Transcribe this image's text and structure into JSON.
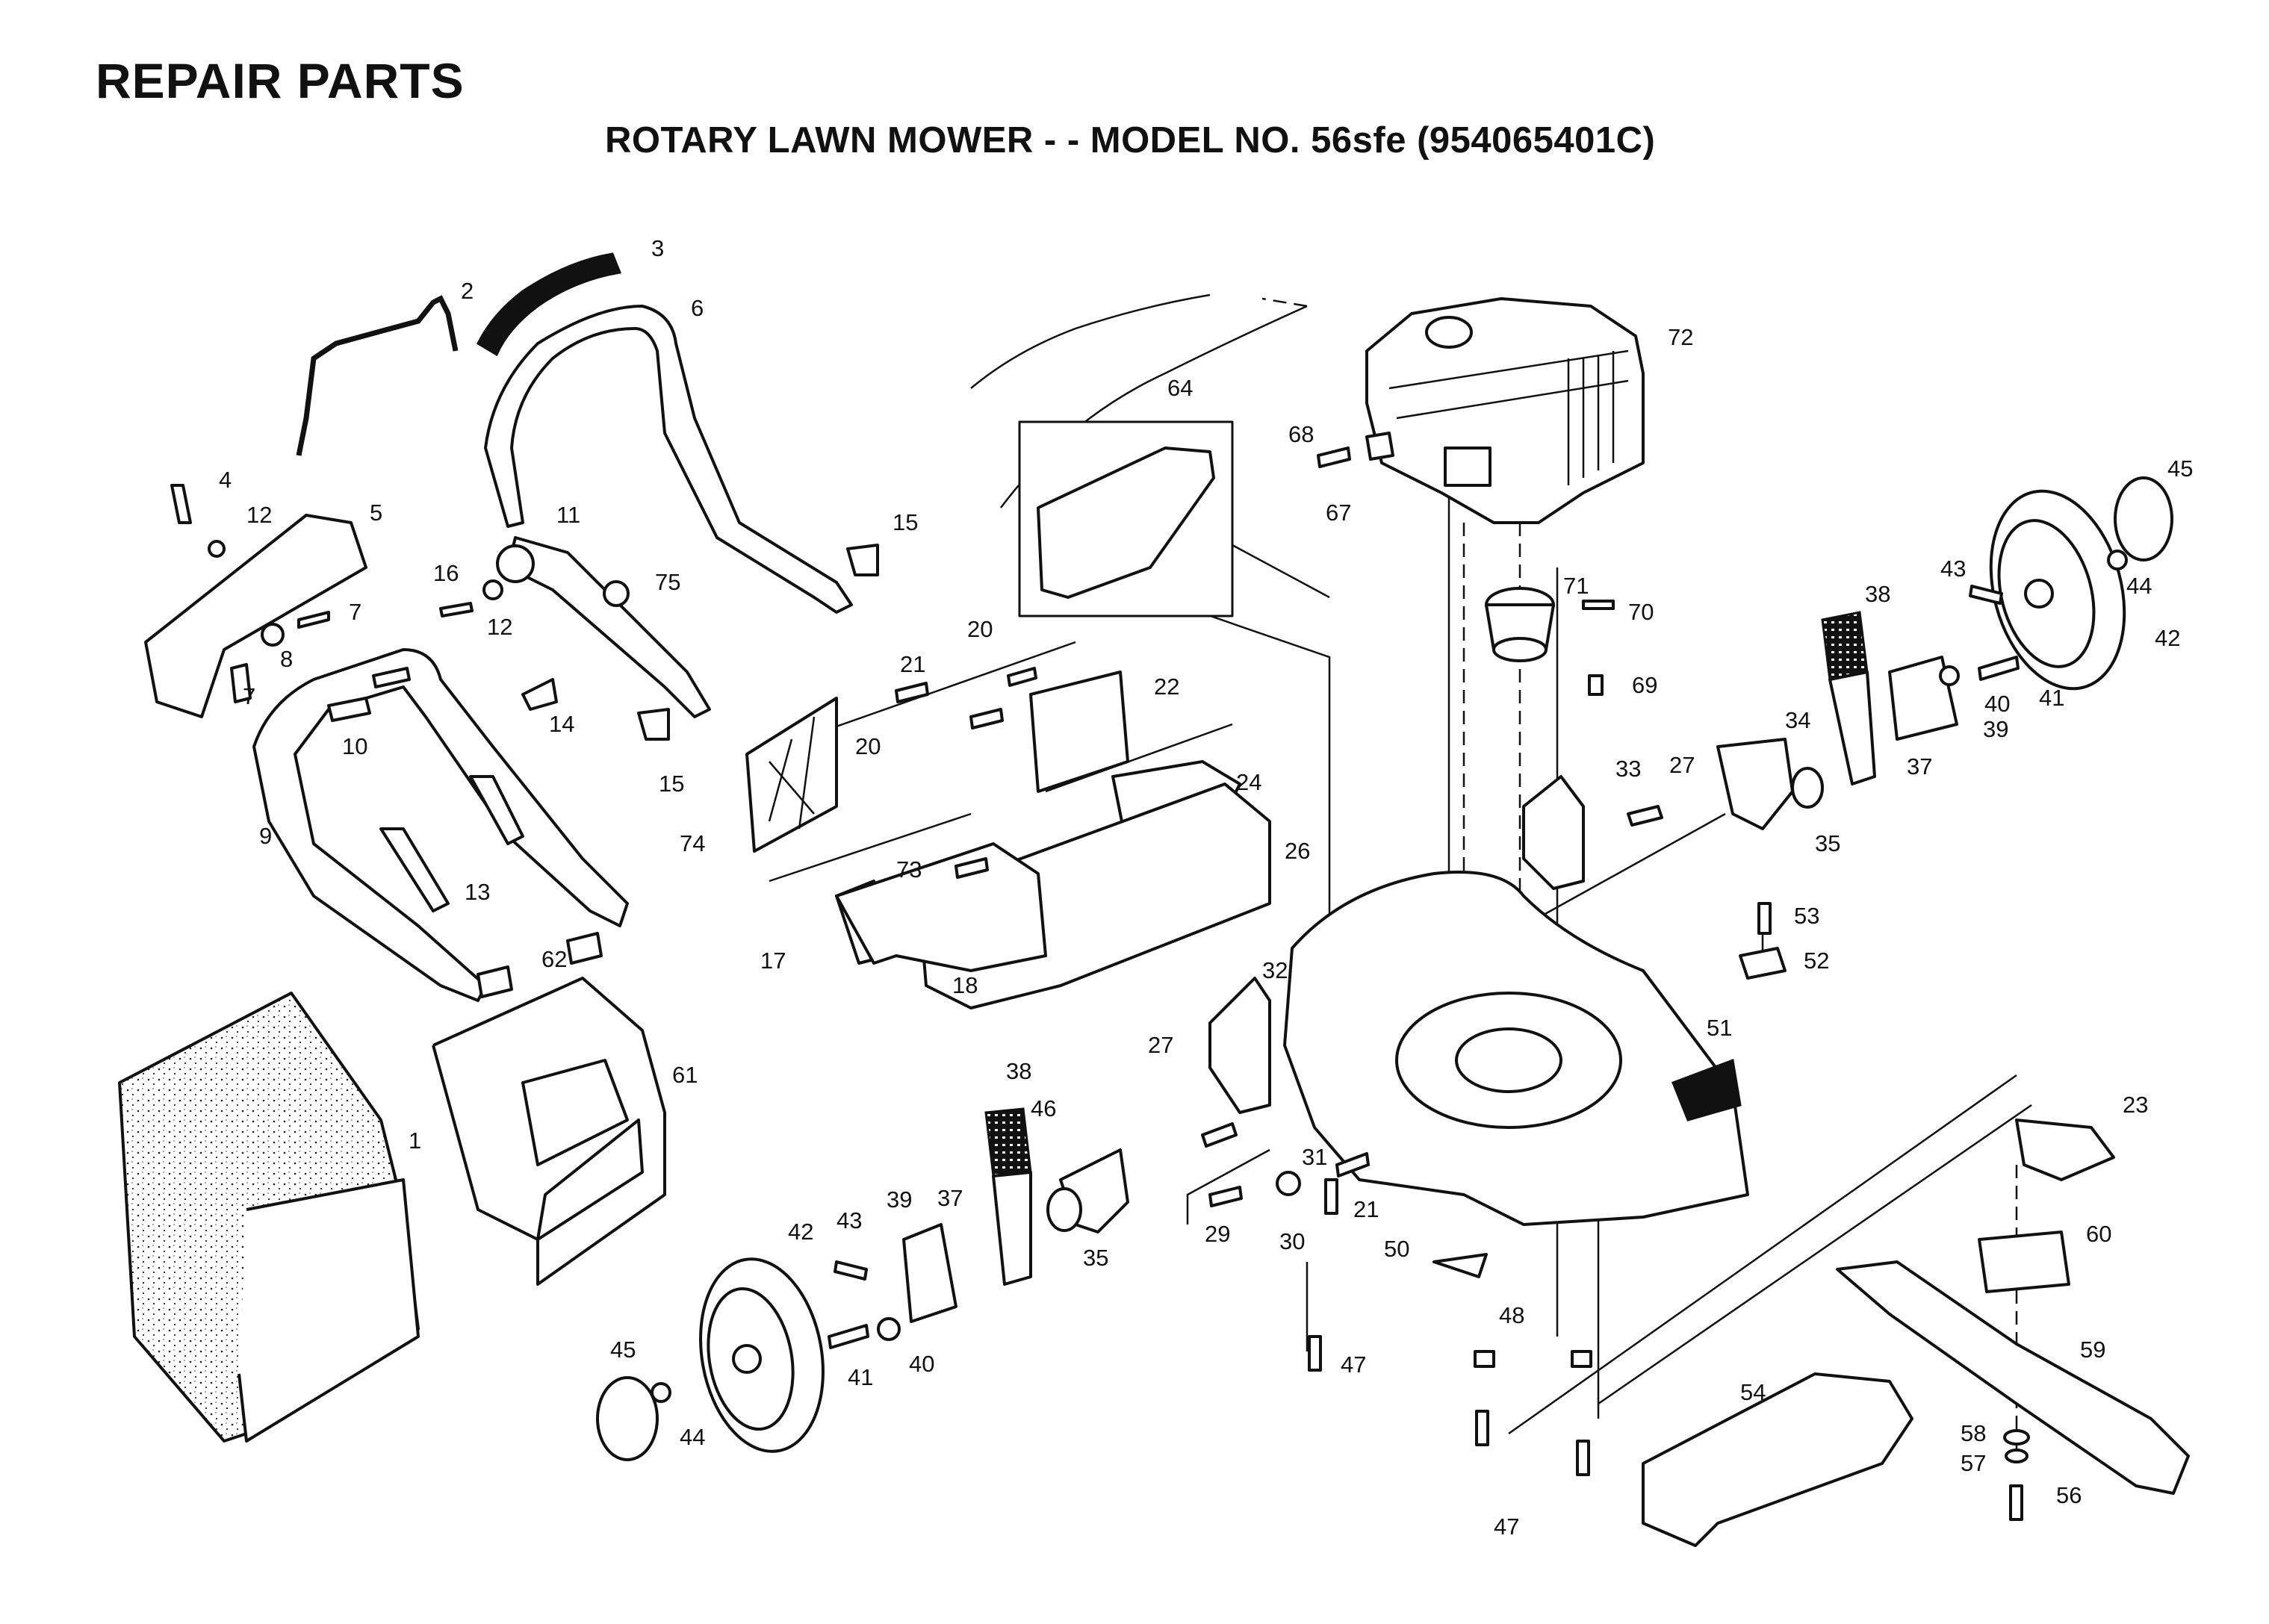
{
  "header": {
    "title": "REPAIR PARTS",
    "subtitle": "ROTARY LAWN MOWER - - MODEL NO. 56sfe (954065401C)"
  },
  "callouts": [
    {
      "id": "c1",
      "label": "1"
    },
    {
      "id": "c2",
      "label": "2"
    },
    {
      "id": "c3",
      "label": "3"
    },
    {
      "id": "c4",
      "label": "4"
    },
    {
      "id": "c5",
      "label": "5"
    },
    {
      "id": "c6",
      "label": "6"
    },
    {
      "id": "c7a",
      "label": "7"
    },
    {
      "id": "c7b",
      "label": "7"
    },
    {
      "id": "c8",
      "label": "8"
    },
    {
      "id": "c9",
      "label": "9"
    },
    {
      "id": "c10",
      "label": "10"
    },
    {
      "id": "c11",
      "label": "11"
    },
    {
      "id": "c12a",
      "label": "12"
    },
    {
      "id": "c12b",
      "label": "12"
    },
    {
      "id": "c13",
      "label": "13"
    },
    {
      "id": "c14",
      "label": "14"
    },
    {
      "id": "c15a",
      "label": "15"
    },
    {
      "id": "c15b",
      "label": "15"
    },
    {
      "id": "c16",
      "label": "16"
    },
    {
      "id": "c17",
      "label": "17"
    },
    {
      "id": "c18",
      "label": "18"
    },
    {
      "id": "c20a",
      "label": "20"
    },
    {
      "id": "c20b",
      "label": "20"
    },
    {
      "id": "c21a",
      "label": "21"
    },
    {
      "id": "c21b",
      "label": "21"
    },
    {
      "id": "c22",
      "label": "22"
    },
    {
      "id": "c23",
      "label": "23"
    },
    {
      "id": "c24",
      "label": "24"
    },
    {
      "id": "c26",
      "label": "26"
    },
    {
      "id": "c27a",
      "label": "27"
    },
    {
      "id": "c27b",
      "label": "27"
    },
    {
      "id": "c29",
      "label": "29"
    },
    {
      "id": "c30",
      "label": "30"
    },
    {
      "id": "c31",
      "label": "31"
    },
    {
      "id": "c32",
      "label": "32"
    },
    {
      "id": "c33",
      "label": "33"
    },
    {
      "id": "c34",
      "label": "34"
    },
    {
      "id": "c35a",
      "label": "35"
    },
    {
      "id": "c35b",
      "label": "35"
    },
    {
      "id": "c37a",
      "label": "37"
    },
    {
      "id": "c37b",
      "label": "37"
    },
    {
      "id": "c38a",
      "label": "38"
    },
    {
      "id": "c38b",
      "label": "38"
    },
    {
      "id": "c39a",
      "label": "39"
    },
    {
      "id": "c39b",
      "label": "39"
    },
    {
      "id": "c40a",
      "label": "40"
    },
    {
      "id": "c40b",
      "label": "40"
    },
    {
      "id": "c41a",
      "label": "41"
    },
    {
      "id": "c41b",
      "label": "41"
    },
    {
      "id": "c42a",
      "label": "42"
    },
    {
      "id": "c42b",
      "label": "42"
    },
    {
      "id": "c43a",
      "label": "43"
    },
    {
      "id": "c43b",
      "label": "43"
    },
    {
      "id": "c44a",
      "label": "44"
    },
    {
      "id": "c44b",
      "label": "44"
    },
    {
      "id": "c45a",
      "label": "45"
    },
    {
      "id": "c45b",
      "label": "45"
    },
    {
      "id": "c46",
      "label": "46"
    },
    {
      "id": "c47a",
      "label": "47"
    },
    {
      "id": "c47b",
      "label": "47"
    },
    {
      "id": "c48",
      "label": "48"
    },
    {
      "id": "c50",
      "label": "50"
    },
    {
      "id": "c51",
      "label": "51"
    },
    {
      "id": "c52",
      "label": "52"
    },
    {
      "id": "c53",
      "label": "53"
    },
    {
      "id": "c54",
      "label": "54"
    },
    {
      "id": "c56",
      "label": "56"
    },
    {
      "id": "c57",
      "label": "57"
    },
    {
      "id": "c58",
      "label": "58"
    },
    {
      "id": "c59",
      "label": "59"
    },
    {
      "id": "c60",
      "label": "60"
    },
    {
      "id": "c61",
      "label": "61"
    },
    {
      "id": "c62",
      "label": "62"
    },
    {
      "id": "c64",
      "label": "64"
    },
    {
      "id": "c67",
      "label": "67"
    },
    {
      "id": "c68",
      "label": "68"
    },
    {
      "id": "c69",
      "label": "69"
    },
    {
      "id": "c70",
      "label": "70"
    },
    {
      "id": "c71",
      "label": "71"
    },
    {
      "id": "c72",
      "label": "72"
    },
    {
      "id": "c73",
      "label": "73"
    },
    {
      "id": "c74",
      "label": "74"
    },
    {
      "id": "c75",
      "label": "75"
    }
  ]
}
